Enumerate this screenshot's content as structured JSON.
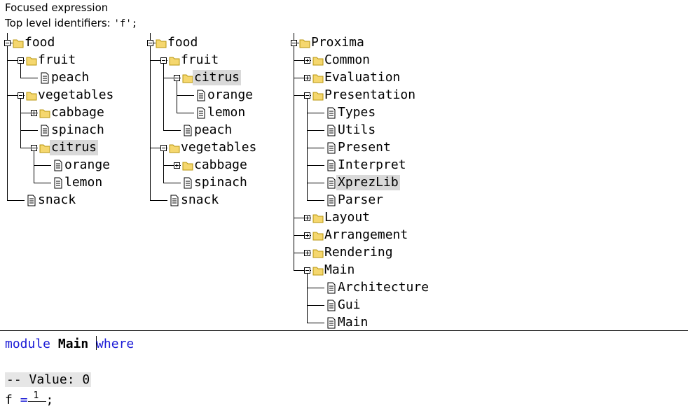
{
  "header": {
    "title": "Focused expression",
    "identifiers_label": "Top level identifiers:",
    "identifiers_value": "'f';"
  },
  "trees": [
    {
      "nodes": [
        {
          "label": "food",
          "kind": "folder",
          "depth": 0,
          "toggle": "minus"
        },
        {
          "label": "fruit",
          "kind": "folder",
          "depth": 1,
          "toggle": "minus"
        },
        {
          "label": "peach",
          "kind": "file",
          "depth": 2
        },
        {
          "label": "vegetables",
          "kind": "folder",
          "depth": 1,
          "toggle": "minus"
        },
        {
          "label": "cabbage",
          "kind": "folder",
          "depth": 2,
          "toggle": "plus"
        },
        {
          "label": "spinach",
          "kind": "file",
          "depth": 2
        },
        {
          "label": "citrus",
          "kind": "folder",
          "depth": 2,
          "toggle": "minus",
          "selected": true
        },
        {
          "label": "orange",
          "kind": "file",
          "depth": 3
        },
        {
          "label": "lemon",
          "kind": "file",
          "depth": 3
        },
        {
          "label": "snack",
          "kind": "file",
          "depth": 1
        }
      ]
    },
    {
      "nodes": [
        {
          "label": "food",
          "kind": "folder",
          "depth": 0,
          "toggle": "minus"
        },
        {
          "label": "fruit",
          "kind": "folder",
          "depth": 1,
          "toggle": "minus"
        },
        {
          "label": "citrus",
          "kind": "folder",
          "depth": 2,
          "toggle": "minus",
          "selected": true
        },
        {
          "label": "orange",
          "kind": "file",
          "depth": 3
        },
        {
          "label": "lemon",
          "kind": "file",
          "depth": 3
        },
        {
          "label": "peach",
          "kind": "file",
          "depth": 2
        },
        {
          "label": "vegetables",
          "kind": "folder",
          "depth": 1,
          "toggle": "minus"
        },
        {
          "label": "cabbage",
          "kind": "folder",
          "depth": 2,
          "toggle": "plus"
        },
        {
          "label": "spinach",
          "kind": "file",
          "depth": 2
        },
        {
          "label": "snack",
          "kind": "file",
          "depth": 1
        }
      ]
    },
    {
      "nodes": [
        {
          "label": "Proxima",
          "kind": "folder",
          "depth": 0,
          "toggle": "minus"
        },
        {
          "label": "Common",
          "kind": "folder",
          "depth": 1,
          "toggle": "plus"
        },
        {
          "label": "Evaluation",
          "kind": "folder",
          "depth": 1,
          "toggle": "plus"
        },
        {
          "label": "Presentation",
          "kind": "folder",
          "depth": 1,
          "toggle": "minus"
        },
        {
          "label": "Types",
          "kind": "file",
          "depth": 2
        },
        {
          "label": "Utils",
          "kind": "file",
          "depth": 2
        },
        {
          "label": "Present",
          "kind": "file",
          "depth": 2
        },
        {
          "label": "Interpret",
          "kind": "file",
          "depth": 2
        },
        {
          "label": "XprezLib",
          "kind": "file",
          "depth": 2,
          "selected": true
        },
        {
          "label": "Parser",
          "kind": "file",
          "depth": 2
        },
        {
          "label": "Layout",
          "kind": "folder",
          "depth": 1,
          "toggle": "plus"
        },
        {
          "label": "Arrangement",
          "kind": "folder",
          "depth": 1,
          "toggle": "plus"
        },
        {
          "label": "Rendering",
          "kind": "folder",
          "depth": 1,
          "toggle": "plus"
        },
        {
          "label": "Main",
          "kind": "folder",
          "depth": 1,
          "toggle": "minus"
        },
        {
          "label": "Architecture",
          "kind": "file",
          "depth": 2
        },
        {
          "label": "Gui",
          "kind": "file",
          "depth": 2
        },
        {
          "label": "Main",
          "kind": "file",
          "depth": 2
        }
      ]
    }
  ],
  "code": {
    "kw_module": "module",
    "module_name": "Main",
    "kw_where_first": "w",
    "kw_where_rest": "here",
    "comment": "-- Value: 0",
    "decl_name": "f",
    "decl_eq": "=",
    "decl_numerator": "1",
    "decl_end": ";"
  },
  "colors": {
    "keyword": "#1a1ad6",
    "selection": "#d9d9d9",
    "folder": "#f5d76e",
    "folder_border": "#b8960c"
  }
}
